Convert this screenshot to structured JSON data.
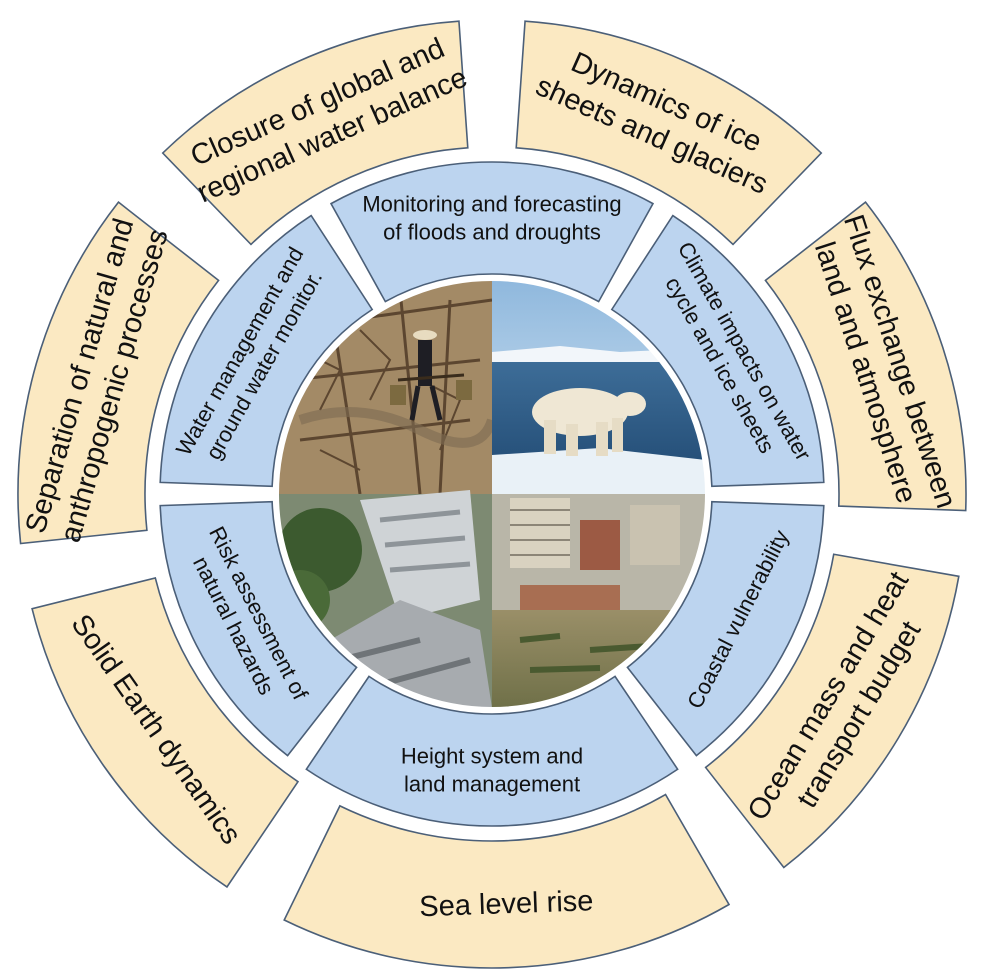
{
  "colors": {
    "outer_fill": "#fbe9c2",
    "inner_fill": "#bcd4ef",
    "stroke": "#4b5f78"
  },
  "outer_ring": [
    {
      "id": "water-balance",
      "lines": [
        "Closure of global and",
        "regional water balance"
      ]
    },
    {
      "id": "ice-sheets",
      "lines": [
        "Dynamics of ice",
        "sheets and glaciers"
      ]
    },
    {
      "id": "flux-exchange",
      "lines": [
        "Flux exchange between",
        "land and atmosphere"
      ]
    },
    {
      "id": "ocean-mass",
      "lines": [
        "Ocean mass and heat",
        "transport budget"
      ]
    },
    {
      "id": "sea-level",
      "lines": [
        "Sea level rise"
      ]
    },
    {
      "id": "solid-earth",
      "lines": [
        "Solid Earth dynamics"
      ]
    },
    {
      "id": "natural-anthropogenic",
      "lines": [
        "Separation of natural and",
        "anthropogenic processes"
      ]
    }
  ],
  "inner_ring": [
    {
      "id": "floods-droughts",
      "lines": [
        "Monitoring and forecasting",
        "of floods and droughts"
      ]
    },
    {
      "id": "climate-impacts",
      "lines": [
        "Climate impacts on water",
        "cycle and ice sheets"
      ]
    },
    {
      "id": "coastal",
      "lines": [
        "Coastal vulnerability"
      ]
    },
    {
      "id": "height-system",
      "lines": [
        "Height system and",
        "land management"
      ]
    },
    {
      "id": "risk-assessment",
      "lines": [
        "Risk assessment of",
        "natural hazards"
      ]
    },
    {
      "id": "water-management",
      "lines": [
        "Water management and",
        "ground water monitor."
      ]
    }
  ],
  "photos": [
    {
      "id": "drought",
      "icon": "drought-farmer-photo"
    },
    {
      "id": "polar",
      "icon": "polar-bear-photo"
    },
    {
      "id": "earthquake",
      "icon": "collapsed-building-photo"
    },
    {
      "id": "flood",
      "icon": "flooded-city-photo"
    }
  ]
}
